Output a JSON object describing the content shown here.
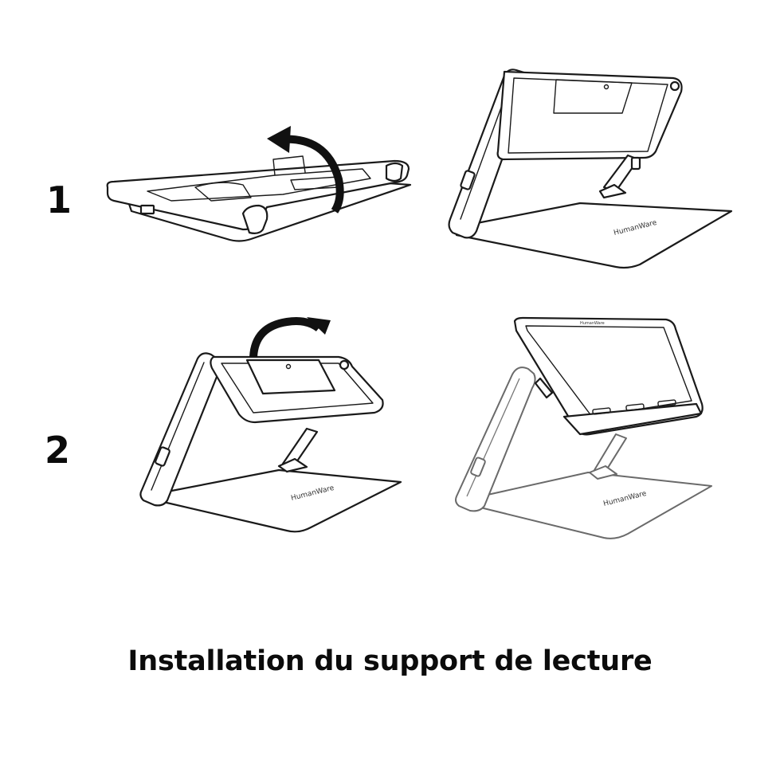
{
  "steps": [
    {
      "number": "1"
    },
    {
      "number": "2"
    }
  ],
  "caption": "Installation du support de lecture",
  "brand_mark": "HumanWare",
  "icons": [
    "curved-arrow-icon",
    "curved-arrow-icon"
  ],
  "colors": {
    "line": "#1a1a1a",
    "background": "#ffffff",
    "text": "#0b0b0b"
  }
}
